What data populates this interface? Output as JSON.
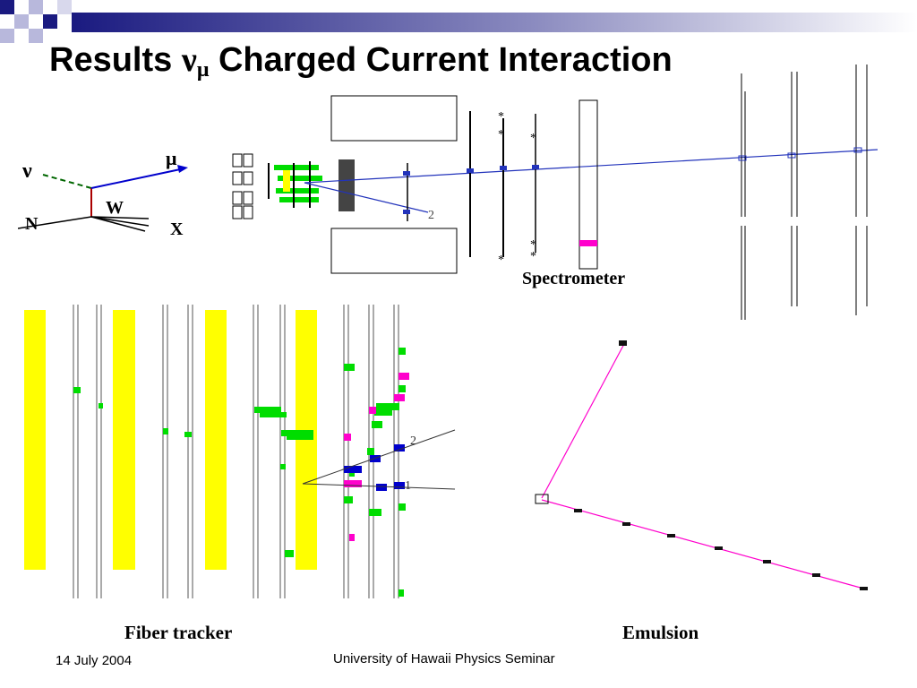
{
  "slide": {
    "title": "Results ",
    "title_symbol": "ν",
    "title_subscript": "μ",
    "title_rest": " Charged Current Interaction",
    "footer_date": "14 July 2004",
    "footer_venue": "University of Hawaii Physics Seminar"
  },
  "feynman": {
    "nu_label": "ν",
    "mu_label": "μ",
    "w_label": "W",
    "n_label": "N",
    "x_label": "X"
  },
  "event_display": {
    "track_2_label": "2",
    "spectrometer_label": "Spectrometer"
  },
  "fiber_tracker": {
    "caption": "Fiber tracker",
    "track_1_label": "1",
    "track_2_label": "2"
  },
  "emulsion": {
    "caption": "Emulsion"
  },
  "colors": {
    "header_dark": "#1a1a80",
    "tracker_yellow": "#ffff00",
    "hit_green": "#00dd00",
    "hit_magenta": "#ff00cc",
    "hit_blue": "#0000cc",
    "track_blue": "#2233bb"
  }
}
